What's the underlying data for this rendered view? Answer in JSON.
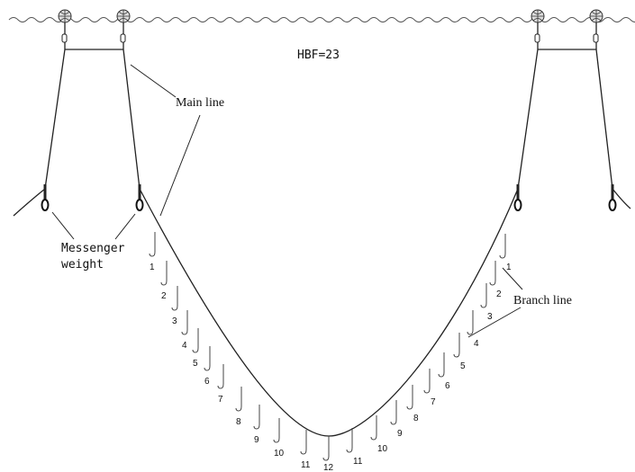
{
  "diagram": {
    "hbf_label": "HBF=23",
    "labels": {
      "main_line": "Main line",
      "messenger_weight_line1": "Messenger",
      "messenger_weight_line2": "weight",
      "branch_line": "Branch line"
    },
    "hook_numbers_left": [
      "1",
      "2",
      "3",
      "4",
      "5",
      "6",
      "7",
      "8",
      "9",
      "10",
      "11"
    ],
    "center_hook_number": "12",
    "hook_numbers_right": [
      "1",
      "2",
      "3",
      "4",
      "5",
      "6",
      "7",
      "8",
      "9",
      "10",
      "11"
    ],
    "icons": {
      "float_buoy": "buoy-icon",
      "hook": "hook-icon",
      "weight": "messenger-weight-icon"
    }
  }
}
